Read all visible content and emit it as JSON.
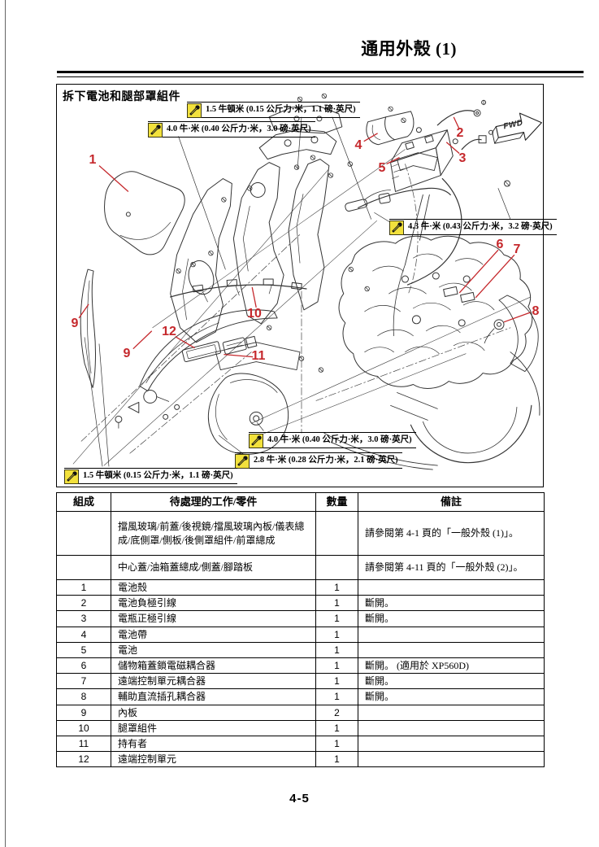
{
  "page": {
    "header_title": "通用外殼 (1)",
    "footer_page_number": "4-5"
  },
  "diagram": {
    "title": "拆下電池和腿部罩組件",
    "fwd_label": "FWD",
    "torque_labels": [
      {
        "position": "top-center",
        "text": "1.5 牛頓米 (0.15 公斤力·米，1.1 磅·英尺)"
      },
      {
        "position": "upper-left",
        "text": "4.0 牛·米 (0.40 公斤力·米，3.0 磅·英尺)"
      },
      {
        "position": "middle-right",
        "text": "4.3 牛·米 (0.43 公斤力·米，3.2 磅·英尺)"
      },
      {
        "position": "lower-center",
        "text": "4.0 牛·米 (0.40 公斤力·米，3.0 磅·英尺)"
      },
      {
        "position": "lower-center-2",
        "text": "2.8 牛·米 (0.28 公斤力·米，2.1 磅·英尺)"
      },
      {
        "position": "bottom-left",
        "text": "1.5 牛頓米 (0.15 公斤力·米，1.1 磅·英尺)"
      }
    ],
    "callouts": [
      {
        "number": "1"
      },
      {
        "number": "2"
      },
      {
        "number": "3"
      },
      {
        "number": "4"
      },
      {
        "number": "5"
      },
      {
        "number": "6"
      },
      {
        "number": "7"
      },
      {
        "number": "8"
      },
      {
        "number": "9"
      },
      {
        "number": "9"
      },
      {
        "number": "10"
      },
      {
        "number": "11"
      },
      {
        "number": "12"
      }
    ]
  },
  "table": {
    "headers": [
      "組成",
      "待處理的工作/零件",
      "數量",
      "備註"
    ],
    "intro_rows": [
      {
        "job": "擋風玻璃/前蓋/後視鏡/擋風玻璃內板/儀表總成/底側罩/側板/後側罩組件/前罩總成",
        "remark": "請參閱第 4-1 頁的「一般外殼 (1)」。"
      },
      {
        "job": "中心蓋/油箱蓋總成/側蓋/腳踏板",
        "remark": "請參閱第 4-11 頁的「一般外殼 (2)」。"
      }
    ],
    "rows": [
      {
        "num": "1",
        "job": "電池殼",
        "qty": "1",
        "remark": ""
      },
      {
        "num": "2",
        "job": "電池負極引線",
        "qty": "1",
        "remark": "斷開。"
      },
      {
        "num": "3",
        "job": "電瓶正極引線",
        "qty": "1",
        "remark": "斷開。"
      },
      {
        "num": "4",
        "job": "電池帶",
        "qty": "1",
        "remark": ""
      },
      {
        "num": "5",
        "job": "電池",
        "qty": "1",
        "remark": ""
      },
      {
        "num": "6",
        "job": "儲物箱蓋鎖電磁耦合器",
        "qty": "1",
        "remark": "斷開。 (適用於 XP560D)"
      },
      {
        "num": "7",
        "job": "遠端控制單元耦合器",
        "qty": "1",
        "remark": "斷開。"
      },
      {
        "num": "8",
        "job": "輔助直流插孔耦合器",
        "qty": "1",
        "remark": "斷開。"
      },
      {
        "num": "9",
        "job": "內板",
        "qty": "2",
        "remark": ""
      },
      {
        "num": "10",
        "job": "腿罩組件",
        "qty": "1",
        "remark": ""
      },
      {
        "num": "11",
        "job": "持有者",
        "qty": "1",
        "remark": ""
      },
      {
        "num": "12",
        "job": "遠端控制單元",
        "qty": "1",
        "remark": ""
      }
    ]
  },
  "colors": {
    "callout_red": "#c5282c",
    "torque_icon_yellow": "#f2e13c"
  }
}
